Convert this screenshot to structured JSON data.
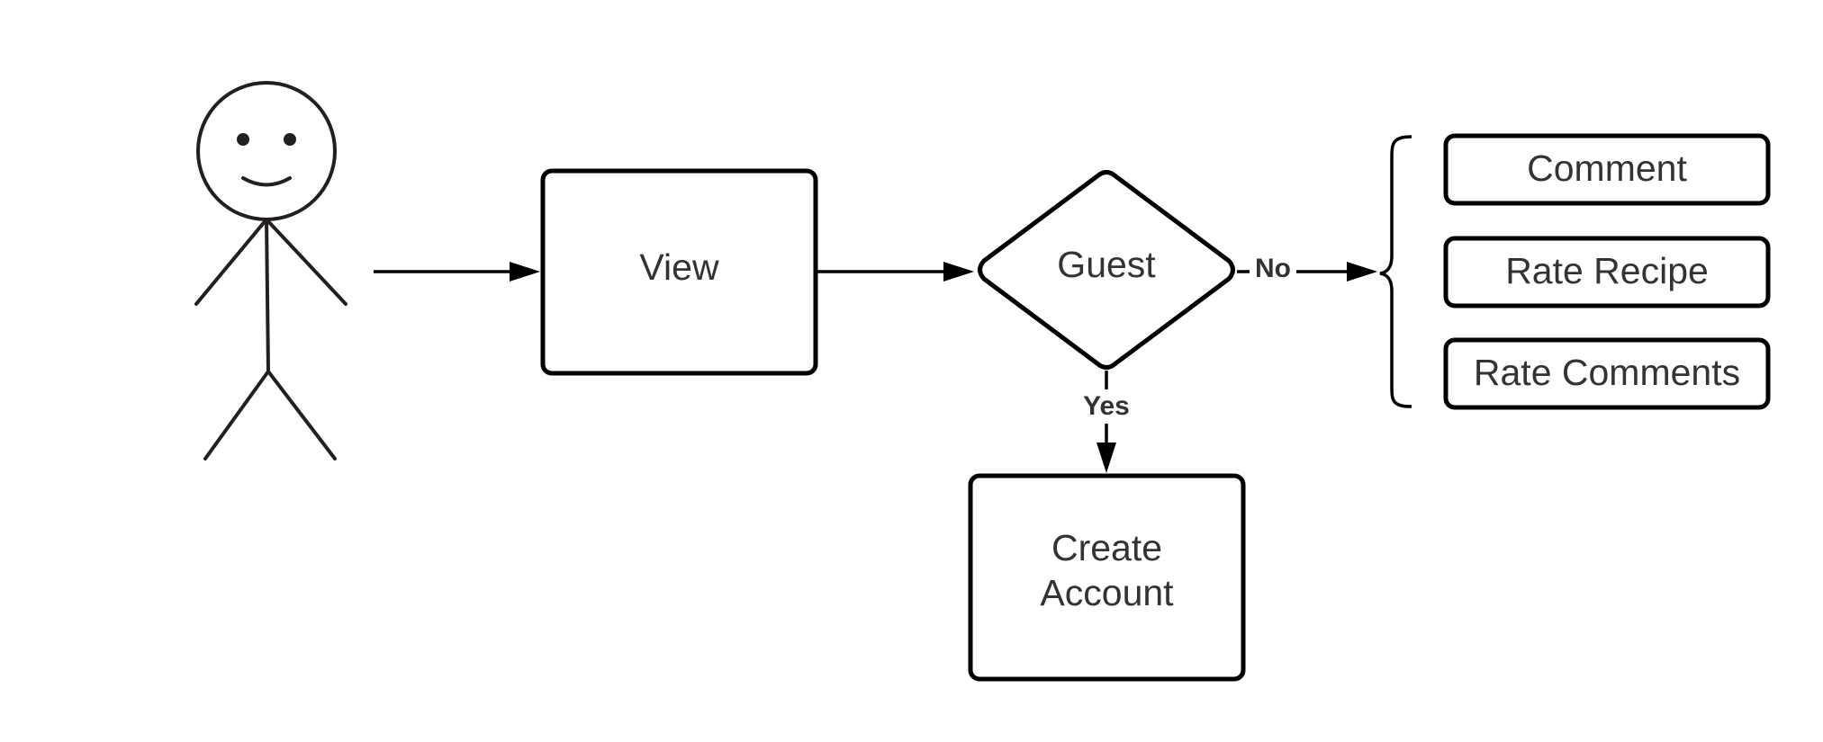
{
  "diagram": {
    "nodes": {
      "view": {
        "label": "View"
      },
      "guest": {
        "label": "Guest"
      },
      "create_account": {
        "line1": "Create",
        "line2": "Account"
      },
      "comment": {
        "label": "Comment"
      },
      "rate_recipe": {
        "label": "Rate Recipe"
      },
      "rate_comments": {
        "label": "Rate Comments"
      }
    },
    "edges": {
      "no": {
        "label": "No"
      },
      "yes": {
        "label": "Yes"
      }
    },
    "colors": {
      "stroke": "#000000",
      "text": "#333333",
      "actor": "#231f20",
      "background": "#ffffff"
    },
    "icons": {
      "actor": "stick-figure-icon"
    }
  }
}
